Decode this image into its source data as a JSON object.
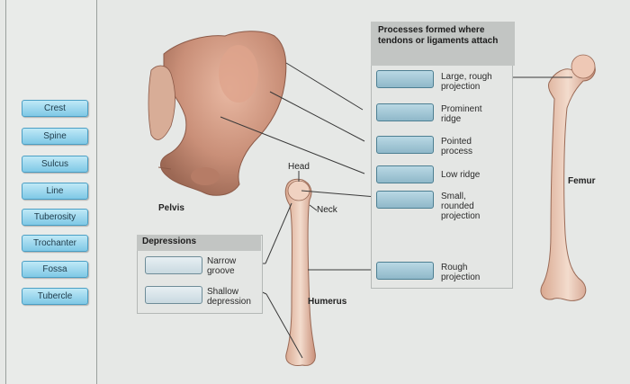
{
  "word_bank": [
    "Crest",
    "Spine",
    "Sulcus",
    "Line",
    "Tuberosity",
    "Trochanter",
    "Fossa",
    "Tubercle"
  ],
  "processes_panel": {
    "header": "Processes formed where tendons or ligaments attach",
    "rows": [
      "Large, rough projection",
      "Prominent ridge",
      "Pointed process",
      "Low ridge",
      "Small, rounded projection",
      "Rough projection"
    ]
  },
  "depressions_panel": {
    "header": "Depressions",
    "rows": [
      "Narrow groove",
      "Shallow depression"
    ]
  },
  "bone_labels": {
    "pelvis": "Pelvis",
    "head": "Head",
    "neck": "Neck",
    "humerus": "Humerus",
    "femur": "Femur"
  }
}
